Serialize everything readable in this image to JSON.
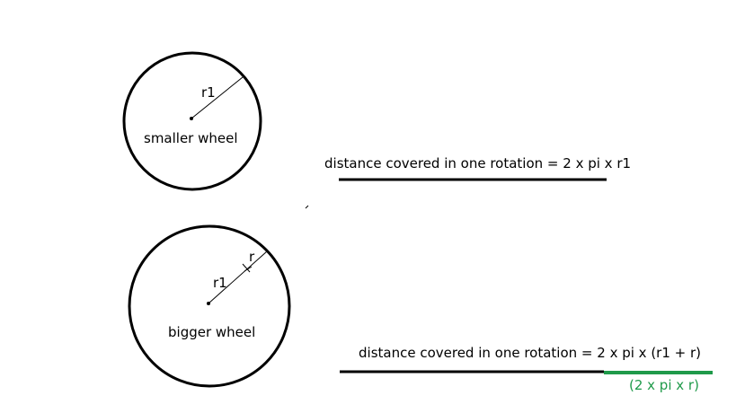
{
  "smaller_wheel": {
    "label": "smaller wheel",
    "radius_label": "r1"
  },
  "bigger_wheel": {
    "label": "bigger wheel",
    "radius_label": "r1",
    "extra_radius_label": "r"
  },
  "formulas": {
    "small": "distance covered in one rotation = 2 x pi x r1",
    "big": "distance covered in one rotation = 2 x pi x (r1 + r)",
    "extra": "(2 x pi x r)"
  },
  "colors": {
    "ink": "#000000",
    "accent_green": "#1f9a4a"
  }
}
